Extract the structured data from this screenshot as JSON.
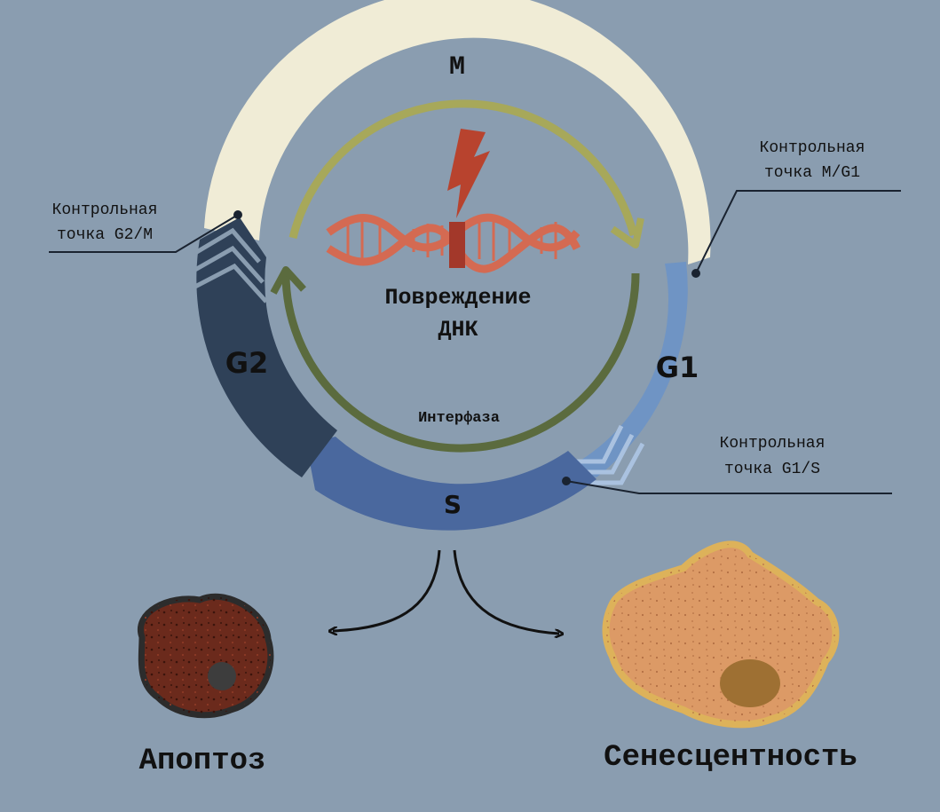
{
  "phases": {
    "m": "M",
    "g1": "G1",
    "s": "S",
    "g2": "G2"
  },
  "center": {
    "line1": "Повреждение",
    "line2": "ДНК",
    "interphase": "Интерфаза"
  },
  "checkpoints": {
    "g2m": {
      "line1": "Контрольная",
      "line2": "точка G2/M"
    },
    "mg1": {
      "line1": "Контрольная",
      "line2": "точка M/G1"
    },
    "g1s": {
      "line1": "Контрольная",
      "line2": "точка G1/S"
    }
  },
  "outcomes": {
    "apoptosis": "Апоптоз",
    "senescence": "Сенесцентность"
  },
  "icons": [
    "lightning-bolt-icon",
    "dna-helix-icon",
    "cycle-arrow-icon",
    "apoptotic-cell-icon",
    "senescent-cell-icon"
  ],
  "colors": {
    "background": "#8a9db0",
    "m_phase": "#f0ecd6",
    "g1_phase": "#6f94c4",
    "s_phase": "#4a689e",
    "g2_phase": "#2f4158",
    "apoptotic_cell": "#6b2a1c",
    "senescent_cell": "#dc9a66",
    "dna_damage": "#d46a52"
  }
}
